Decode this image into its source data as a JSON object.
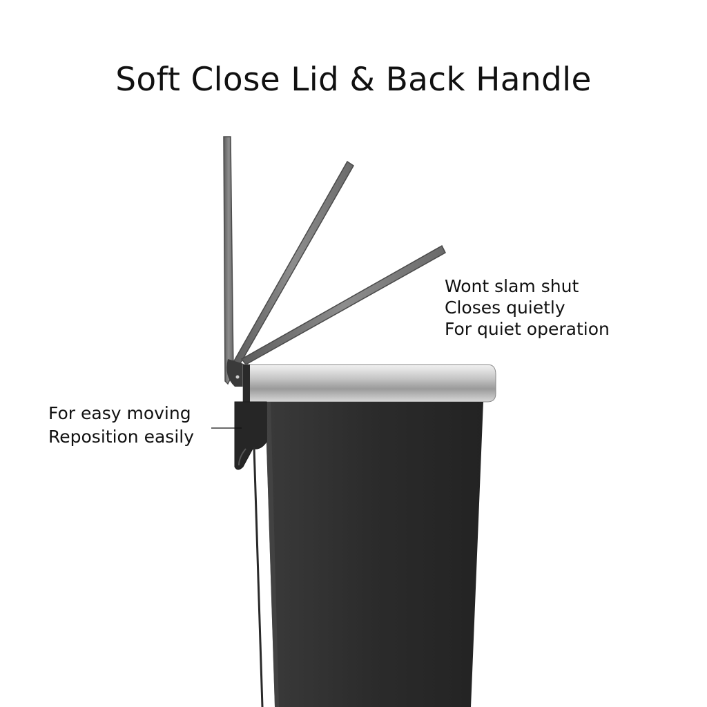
{
  "heading": {
    "title": "Soft Close Lid & Back Handle"
  },
  "lid_features": {
    "lines": [
      "Wont slam shut",
      "Closes quietly",
      "For quiet operation"
    ]
  },
  "handle_features": {
    "lines": [
      "For easy moving",
      "Reposition easily"
    ]
  },
  "colors": {
    "lid": "#7a7a7a",
    "lid_edge": "#4a4a4a",
    "body": "#2c2c2c",
    "rim_steel": "#b8b8b8",
    "handle": "#262626",
    "text": "#111111",
    "background": "#ffffff"
  }
}
